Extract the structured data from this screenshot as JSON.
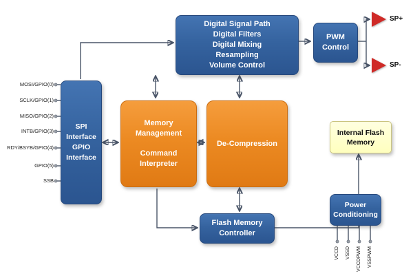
{
  "colors": {
    "blue_block": "#35639f",
    "orange_block": "#ec8a22",
    "yellow_block": "#ffffc9",
    "speaker_red": "#cf2a27",
    "wire": "#4a5568"
  },
  "blocks": {
    "dsp": {
      "lines": [
        "Digital Signal Path",
        "Digital Filters",
        "Digital Mixing",
        "Resampling",
        "Volume Control"
      ]
    },
    "pwm": {
      "lines": [
        "PWM",
        "Control"
      ]
    },
    "spi": {
      "lines": [
        "SPI",
        "Interface",
        "GPIO",
        "Interface"
      ]
    },
    "memory": {
      "lines": [
        "Memory",
        "Management",
        "Command",
        "Interpreter"
      ]
    },
    "decompression": {
      "lines": [
        "De-Compression"
      ]
    },
    "internal_flash": {
      "lines": [
        "Internal Flash",
        "Memory"
      ]
    },
    "flash_controller": {
      "lines": [
        "Flash Memory",
        "Controller"
      ]
    },
    "power": {
      "lines": [
        "Power",
        "Conditioning"
      ]
    }
  },
  "left_pins": [
    "MOSI/GPIO(0)",
    "SCLK/GPIO(1)",
    "MISO/GPIO(2)",
    "INTB/GPIO(3)",
    "RDY/BSYB/GPIO(4)",
    "GPIO(5)",
    "SSB"
  ],
  "power_pins": [
    "VCCD",
    "VSSD",
    "VCCDPWM",
    "VSSPWM"
  ],
  "outputs": [
    "SP+",
    "SP-"
  ]
}
